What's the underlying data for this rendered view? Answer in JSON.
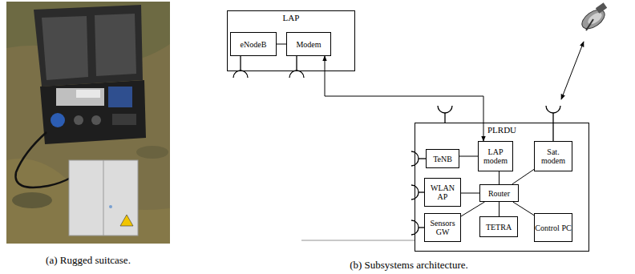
{
  "diagram": {
    "nodes": [
      {
        "text": [
          "LAP"
        ]
      },
      {
        "text": [
          "eNodeB"
        ],
        "in": 0
      },
      {
        "text": [
          "Modem"
        ],
        "in": 0
      },
      {
        "text": [
          "PLRDU"
        ]
      },
      {
        "text": [
          "TeNB"
        ],
        "in": 3
      },
      {
        "text": [
          "LAP modem"
        ],
        "in": 3
      },
      {
        "text": [
          "Sat. modem"
        ],
        "in": 3
      },
      {
        "text": [
          "WLAN AP"
        ],
        "in": 3
      },
      {
        "text": [
          "Router"
        ],
        "in": 3
      },
      {
        "text": [
          "Sensors GW"
        ],
        "in": 3
      },
      {
        "text": [
          "TETRA"
        ],
        "in": 3
      },
      {
        "text": [
          "Control PC"
        ],
        "in": 3
      }
    ],
    "edges": [
      {
        "from": 1,
        "to": 2,
        "arrow": "none"
      },
      {
        "from": 2,
        "to": 5,
        "arrow": "both"
      },
      {
        "from": 4,
        "to": 5,
        "arrow": "none"
      },
      {
        "from": 5,
        "to": 8,
        "arrow": "none"
      },
      {
        "from": 6,
        "to": 8,
        "arrow": "none"
      },
      {
        "from": 7,
        "to": 8,
        "arrow": "none"
      },
      {
        "from": 9,
        "to": 8,
        "arrow": "none"
      },
      {
        "from": 10,
        "to": 8,
        "arrow": "none"
      },
      {
        "from": 11,
        "to": 8,
        "arrow": "none"
      }
    ],
    "labels": [
      "(a) Rugged suitcase.",
      "(b) Subsystems architecture."
    ]
  }
}
